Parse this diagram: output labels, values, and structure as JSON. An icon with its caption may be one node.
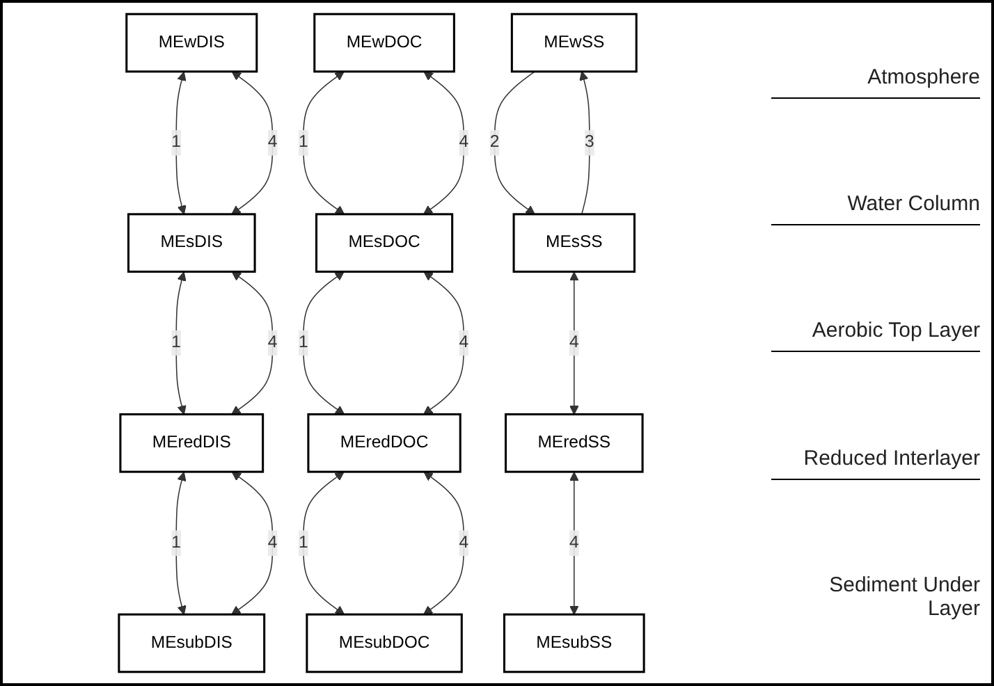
{
  "diagram": {
    "nodes": [
      {
        "text": [
          "MEwDIS"
        ]
      },
      {
        "text": [
          "MEwDOC"
        ]
      },
      {
        "text": [
          "MEwSS"
        ]
      },
      {
        "text": [
          "MEsDIS"
        ]
      },
      {
        "text": [
          "MEsDOC"
        ]
      },
      {
        "text": [
          "MEsSS"
        ]
      },
      {
        "text": [
          "MEredDIS"
        ]
      },
      {
        "text": [
          "MEredDOC"
        ]
      },
      {
        "text": [
          "MEredSS"
        ]
      },
      {
        "text": [
          "MEsubDIS"
        ]
      },
      {
        "text": [
          "MEsubDOC"
        ]
      },
      {
        "text": [
          "MEsubSS"
        ]
      }
    ],
    "edges": [
      {
        "from": 0,
        "to": 3,
        "arrow": "both",
        "label": "1"
      },
      {
        "from": 0,
        "to": 3,
        "arrow": "both",
        "label": "4"
      },
      {
        "from": 1,
        "to": 4,
        "arrow": "both",
        "label": "1"
      },
      {
        "from": 1,
        "to": 4,
        "arrow": "both",
        "label": "4"
      },
      {
        "from": 2,
        "to": 5,
        "arrow": "to",
        "label": "2"
      },
      {
        "from": 5,
        "to": 2,
        "arrow": "to",
        "label": "3"
      },
      {
        "from": 3,
        "to": 6,
        "arrow": "both",
        "label": "1"
      },
      {
        "from": 3,
        "to": 6,
        "arrow": "both",
        "label": "4"
      },
      {
        "from": 4,
        "to": 7,
        "arrow": "both",
        "label": "1"
      },
      {
        "from": 4,
        "to": 7,
        "arrow": "both",
        "label": "4"
      },
      {
        "from": 5,
        "to": 8,
        "arrow": "both",
        "label": "4"
      },
      {
        "from": 6,
        "to": 9,
        "arrow": "both",
        "label": "1"
      },
      {
        "from": 6,
        "to": 9,
        "arrow": "both",
        "label": "4"
      },
      {
        "from": 7,
        "to": 10,
        "arrow": "both",
        "label": "1"
      },
      {
        "from": 7,
        "to": 10,
        "arrow": "both",
        "label": "4"
      },
      {
        "from": 8,
        "to": 11,
        "arrow": "both",
        "label": "4"
      }
    ],
    "labels": [
      "Atmosphere",
      "Water Column",
      "Aerobic Top Layer",
      "Reduced Interlayer",
      "Sediment Under Layer"
    ]
  }
}
